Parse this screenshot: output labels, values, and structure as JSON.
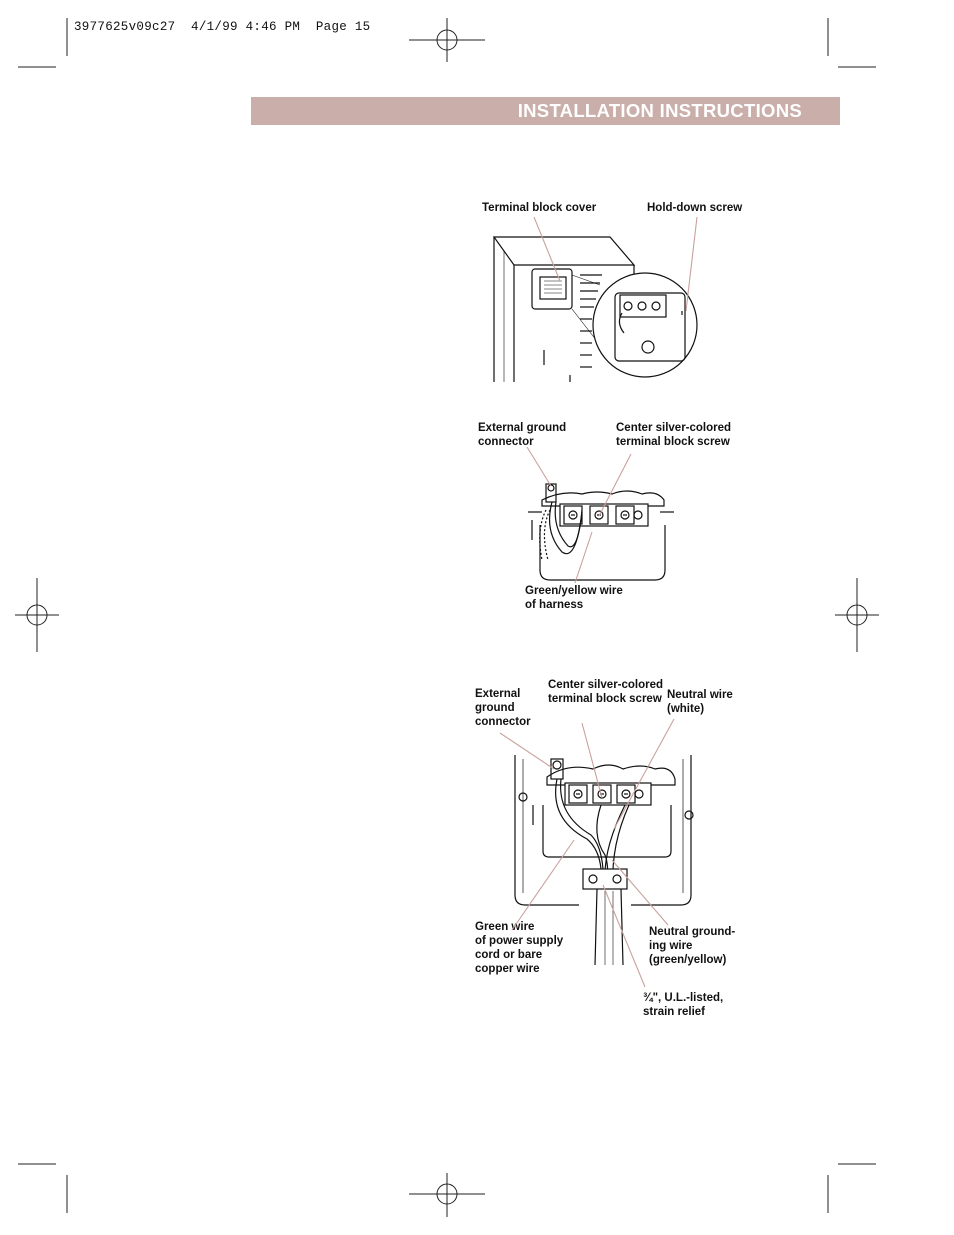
{
  "header": {
    "slug": "3977625v09c27  4/1/99 4:46 PM  Page 15",
    "banner_title": "INSTALLATION INSTRUCTIONS",
    "banner_color": "#c9aeaa"
  },
  "figure1": {
    "label_cover": "Terminal block cover",
    "label_screw": "Hold-down screw"
  },
  "figure2": {
    "label_ground": "External ground\nconnector",
    "label_center": "Center silver-colored\nterminal block screw",
    "label_harness": "Green/yellow wire\nof harness"
  },
  "figure3": {
    "label_ground": "External\nground\nconnector",
    "label_center": "Center silver-colored\nterminal block screw",
    "label_neutral": "Neutral wire\n(white)",
    "label_green": "Green wire\nof power supply\ncord or bare\ncopper wire",
    "label_neutral_ground": "Neutral ground-\ning wire\n(green/yellow)",
    "label_strain": "¾\", U.L.-listed,\nstrain relief"
  },
  "leader_color": "#c9a29c"
}
